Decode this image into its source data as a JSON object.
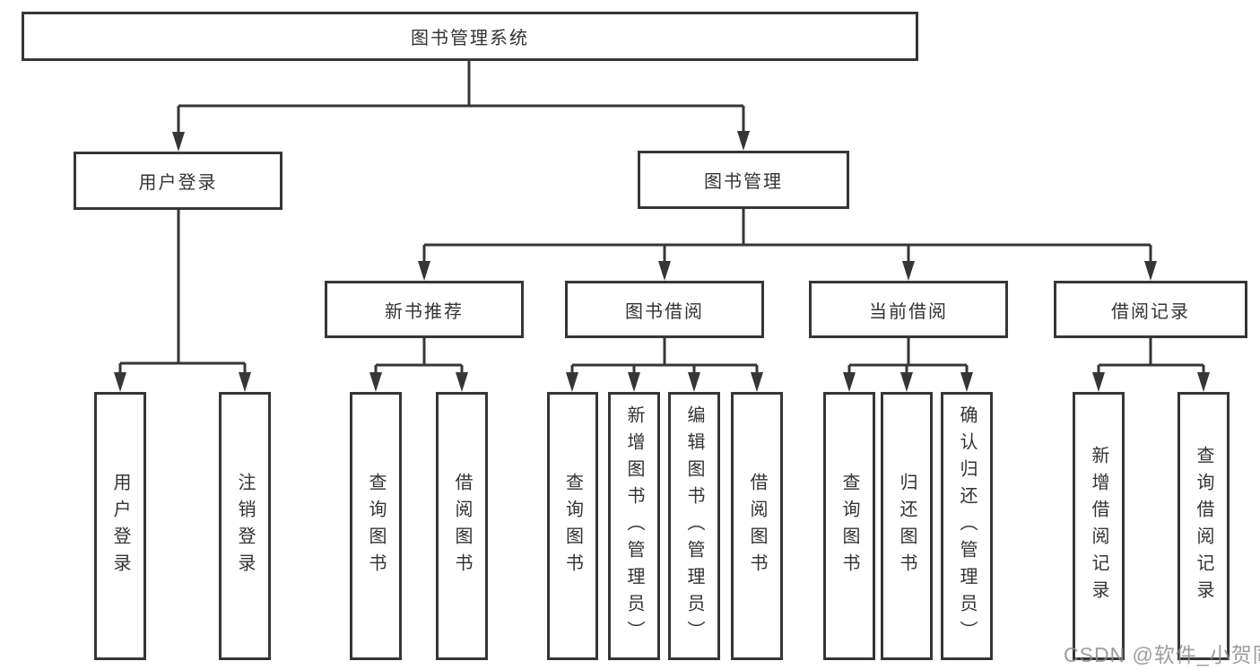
{
  "tree": {
    "root": {
      "label": "图书管理系统",
      "user_login": {
        "label": "用户登录",
        "login": {
          "label": "用户登录"
        },
        "logout": {
          "label": "注销登录"
        }
      },
      "book_mgmt": {
        "label": "图书管理",
        "new_books": {
          "label": "新书推荐",
          "query_books": {
            "label": "查询图书"
          },
          "borrow_books": {
            "label": "借阅图书"
          }
        },
        "book_borrowing": {
          "label": "图书借阅",
          "query_books": {
            "label": "查询图书"
          },
          "add_books": {
            "label": "新增图书（管理员）"
          },
          "edit_books": {
            "label": "编辑图书（管理员）"
          },
          "borrow_books": {
            "label": "借阅图书"
          }
        },
        "current_borrowing": {
          "label": "当前借阅",
          "query_books": {
            "label": "查询图书"
          },
          "return_books": {
            "label": "归还图书"
          },
          "confirm_return": {
            "label": "确认归还（管理员）"
          }
        },
        "borrowing_records": {
          "label": "借阅记录",
          "add_record": {
            "label": "新增借阅记录"
          },
          "query_record": {
            "label": "查询借阅记录"
          }
        }
      }
    }
  },
  "watermark": {
    "text": "CSDN @软件_小贺同学"
  },
  "colors": {
    "line": "#363636",
    "text": "#333333",
    "background": "#ffffff",
    "watermark": "#8c8c8c"
  }
}
